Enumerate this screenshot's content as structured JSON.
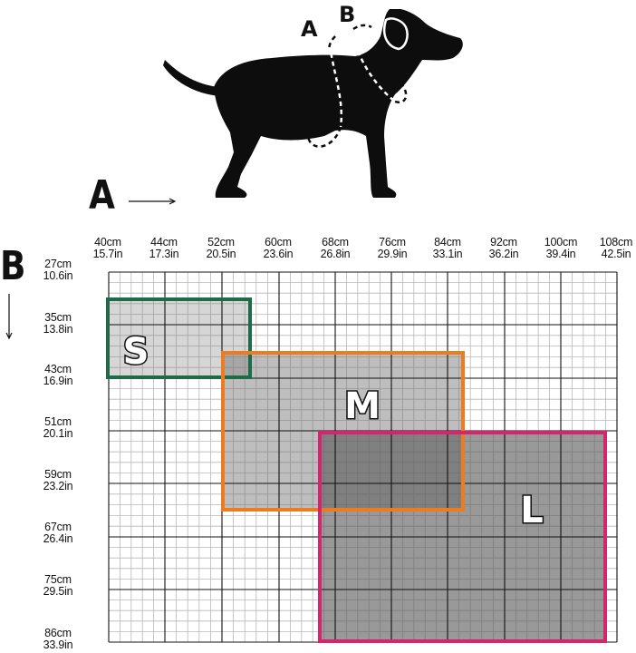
{
  "axis_a": {
    "letter": "A"
  },
  "axis_b": {
    "letter": "B"
  },
  "dog_markers": [
    "A",
    "B"
  ],
  "x_measures": [
    {
      "cm": "40cm",
      "inch": "15.7in"
    },
    {
      "cm": "44cm",
      "inch": "17.3in"
    },
    {
      "cm": "52cm",
      "inch": "20.5in"
    },
    {
      "cm": "60cm",
      "inch": "23.6in"
    },
    {
      "cm": "68cm",
      "inch": "26.8in"
    },
    {
      "cm": "76cm",
      "inch": "29.9in"
    },
    {
      "cm": "84cm",
      "inch": "33.1in"
    },
    {
      "cm": "92cm",
      "inch": "36.2in"
    },
    {
      "cm": "100cm",
      "inch": "39.4in"
    },
    {
      "cm": "108cm",
      "inch": "42.5in"
    }
  ],
  "y_measures": [
    {
      "cm": "27cm",
      "inch": "10.6in"
    },
    {
      "cm": "35cm",
      "inch": "13.8in"
    },
    {
      "cm": "43cm",
      "inch": "16.9in"
    },
    {
      "cm": "51cm",
      "inch": "20.1in"
    },
    {
      "cm": "59cm",
      "inch": "23.2in"
    },
    {
      "cm": "67cm",
      "inch": "26.4in"
    },
    {
      "cm": "75cm",
      "inch": "29.5in"
    },
    {
      "cm": "86cm",
      "inch": "33.9in"
    }
  ],
  "sizes": [
    {
      "label": "S",
      "color": "#1e6b4a",
      "fill": "rgba(120,120,120,0.30)"
    },
    {
      "label": "M",
      "color": "#ec7c1f",
      "fill": "rgba(110,110,110,0.45)"
    },
    {
      "label": "L",
      "color": "#d6246e",
      "fill": "rgba(90,90,90,0.62)"
    }
  ]
}
